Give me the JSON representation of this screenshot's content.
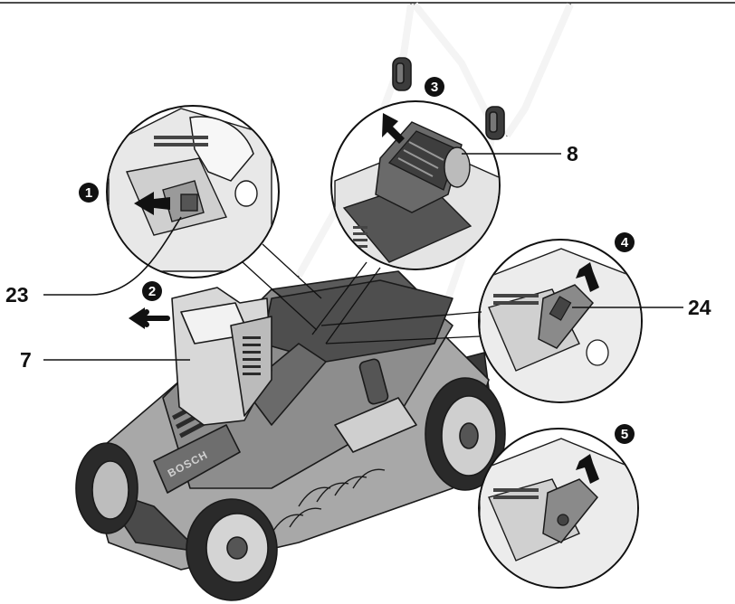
{
  "callouts": [
    {
      "id": "c23",
      "label": "23"
    },
    {
      "id": "c7",
      "label": "7"
    },
    {
      "id": "c8",
      "label": "8"
    },
    {
      "id": "c24",
      "label": "24"
    }
  ],
  "steps": [
    {
      "id": "s1",
      "label": "1"
    },
    {
      "id": "s2",
      "label": "2"
    },
    {
      "id": "s3",
      "label": "3"
    },
    {
      "id": "s4",
      "label": "4"
    },
    {
      "id": "s5",
      "label": "5"
    }
  ],
  "brand": "BOSCH",
  "colors": {
    "body": "#9a9a9a",
    "body_dark": "#5d5d5d",
    "body_light": "#d2d2d2",
    "tire": "#2a2a2a",
    "outline": "#1a1a1a",
    "marker_bg": "#111111"
  }
}
